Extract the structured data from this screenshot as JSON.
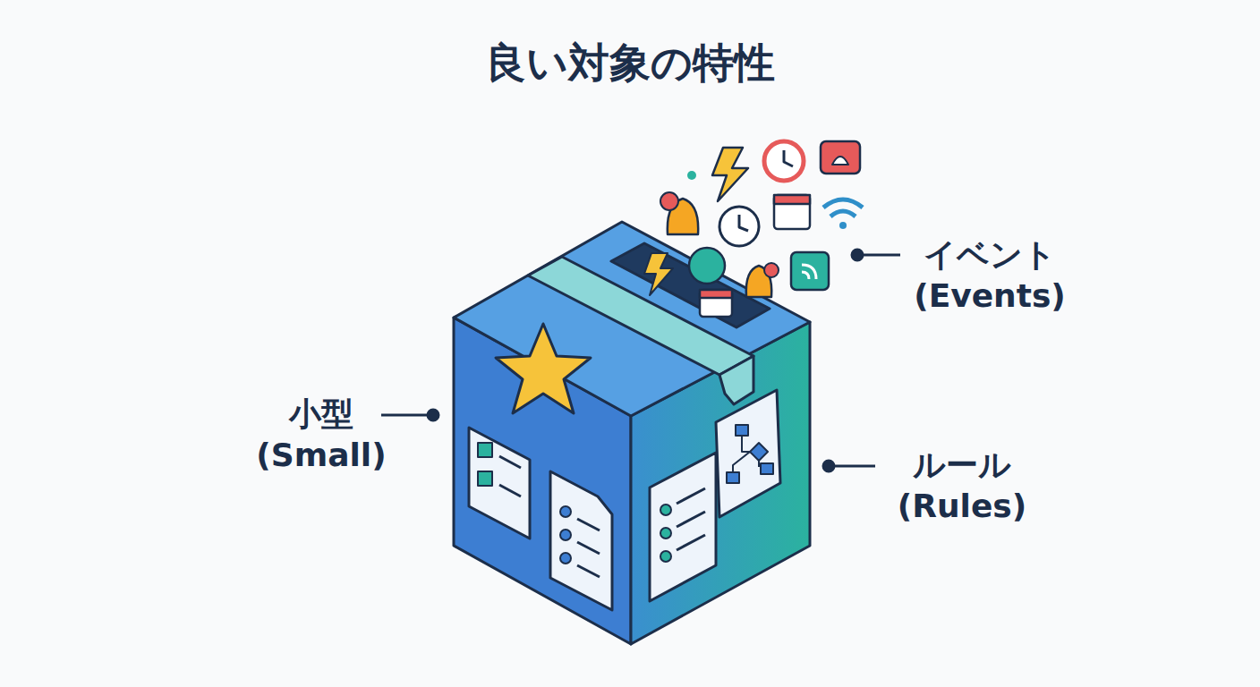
{
  "diagram": {
    "title": "良い対象の特性",
    "labels": [
      "イベント (Events)",
      "小型 (Small)",
      "ルール (Rules)"
    ]
  }
}
